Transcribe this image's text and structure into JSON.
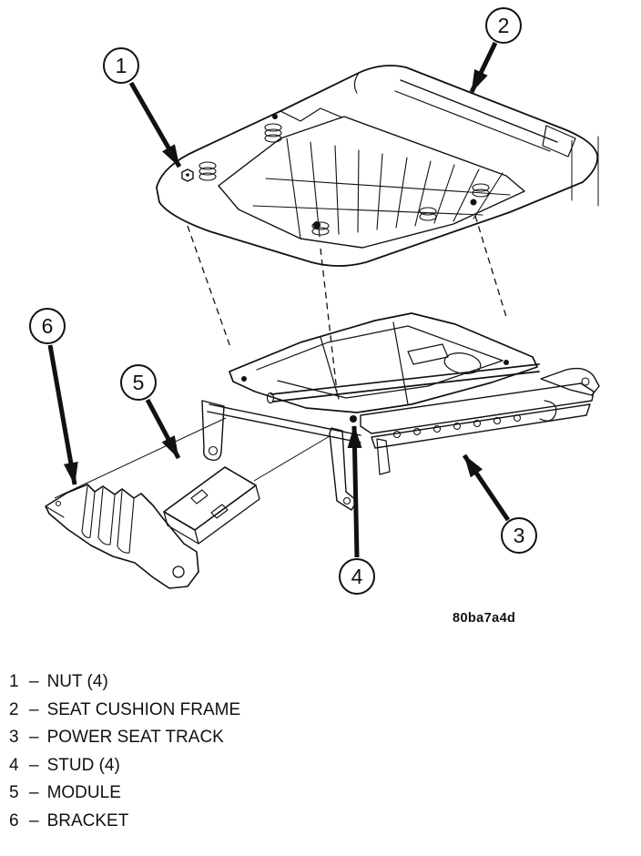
{
  "figure": {
    "code": "80ba7a4d",
    "callouts": [
      {
        "number": "1"
      },
      {
        "number": "2"
      },
      {
        "number": "3"
      },
      {
        "number": "4"
      },
      {
        "number": "5"
      },
      {
        "number": "6"
      }
    ]
  },
  "legend": {
    "dash": "–",
    "items": [
      {
        "number": "1",
        "label": "NUT (4)"
      },
      {
        "number": "2",
        "label": "SEAT CUSHION FRAME"
      },
      {
        "number": "3",
        "label": "POWER SEAT TRACK"
      },
      {
        "number": "4",
        "label": "STUD (4)"
      },
      {
        "number": "5",
        "label": "MODULE"
      },
      {
        "number": "6",
        "label": "BRACKET"
      }
    ]
  },
  "colors": {
    "line": "#111111",
    "background": "#ffffff"
  }
}
